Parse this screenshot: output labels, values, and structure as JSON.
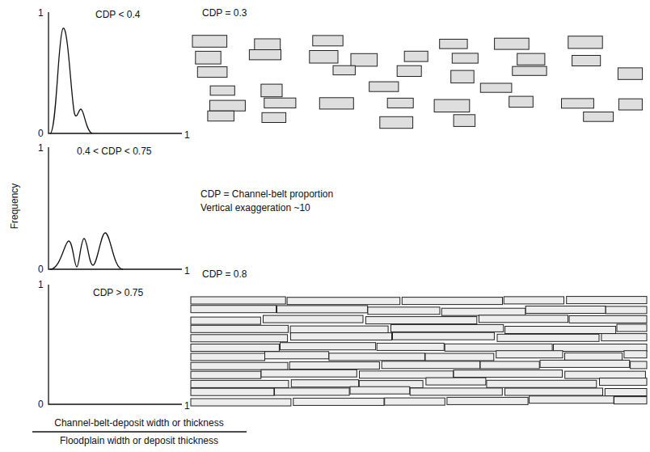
{
  "diagram": {
    "labels": [
      "CDP < 0.4",
      "CDP = 0.3",
      "1",
      "0",
      "1",
      "0.4 < CDP < 0.75",
      "Frequency",
      "CDP = Channel-belt proportion",
      "Vertical exaggeration ~10",
      "1",
      "0",
      "1",
      "CDP = 0.8",
      "CDP > 0.75",
      "1",
      "0",
      "1",
      "Channel-belt-deposit width or thickness",
      "Floodplain width or deposit thickness"
    ]
  }
}
